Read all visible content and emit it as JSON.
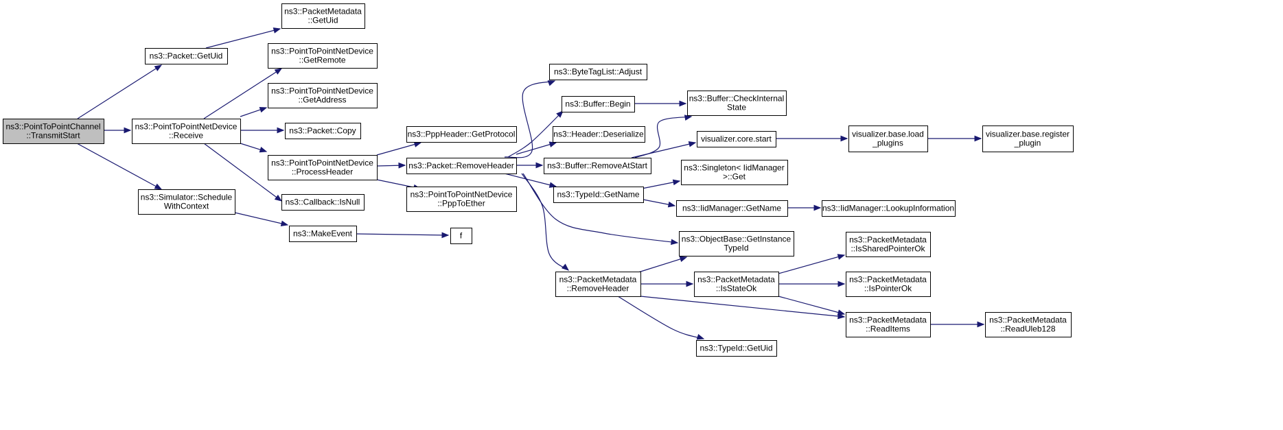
{
  "diagram": {
    "type": "call-graph",
    "colors": {
      "edge": "#191970",
      "root_fill": "#bfbfbf",
      "node_fill": "#ffffff",
      "node_border": "#000000"
    },
    "nodes": [
      {
        "id": "n0",
        "lines": [
          "ns3::PointToPointChannel",
          "::TransmitStart"
        ],
        "root": true
      },
      {
        "id": "n1",
        "lines": [
          "ns3::Packet::GetUid"
        ]
      },
      {
        "id": "n2",
        "lines": [
          "ns3::PacketMetadata",
          "::GetUid"
        ]
      },
      {
        "id": "n3",
        "lines": [
          "ns3::PointToPointNetDevice",
          "::Receive"
        ]
      },
      {
        "id": "n4",
        "lines": [
          "ns3::PointToPointNetDevice",
          "::GetRemote"
        ]
      },
      {
        "id": "n5",
        "lines": [
          "ns3::PointToPointNetDevice",
          "::GetAddress"
        ]
      },
      {
        "id": "n6",
        "lines": [
          "ns3::Packet::Copy"
        ]
      },
      {
        "id": "n7",
        "lines": [
          "ns3::PointToPointNetDevice",
          "::ProcessHeader"
        ]
      },
      {
        "id": "n8",
        "lines": [
          "ns3::Callback::IsNull"
        ]
      },
      {
        "id": "n9",
        "lines": [
          "ns3::Simulator::Schedule",
          "WithContext"
        ]
      },
      {
        "id": "n10",
        "lines": [
          "ns3::MakeEvent"
        ]
      },
      {
        "id": "n11",
        "lines": [
          "f"
        ]
      },
      {
        "id": "n12",
        "lines": [
          "ns3::PppHeader::GetProtocol"
        ]
      },
      {
        "id": "n13",
        "lines": [
          "ns3::Packet::RemoveHeader"
        ]
      },
      {
        "id": "n14",
        "lines": [
          "ns3::PointToPointNetDevice",
          "::PppToEther"
        ]
      },
      {
        "id": "n15",
        "lines": [
          "ns3::ByteTagList::Adjust"
        ]
      },
      {
        "id": "n16",
        "lines": [
          "ns3::Buffer::Begin"
        ]
      },
      {
        "id": "n17",
        "lines": [
          "ns3::Header::Deserialize"
        ]
      },
      {
        "id": "n18",
        "lines": [
          "ns3::Buffer::RemoveAtStart"
        ]
      },
      {
        "id": "n19",
        "lines": [
          "ns3::TypeId::GetName"
        ]
      },
      {
        "id": "n20",
        "lines": [
          "ns3::PacketMetadata",
          "::RemoveHeader"
        ]
      },
      {
        "id": "n21",
        "lines": [
          "ns3::Buffer::CheckInternal",
          "State"
        ]
      },
      {
        "id": "n22",
        "lines": [
          "visualizer.core.start"
        ]
      },
      {
        "id": "n23",
        "lines": [
          "ns3::Singleton< IidManager",
          ">::Get"
        ]
      },
      {
        "id": "n24",
        "lines": [
          "ns3::IidManager::GetName"
        ]
      },
      {
        "id": "n25",
        "lines": [
          "ns3::ObjectBase::GetInstance",
          "TypeId"
        ]
      },
      {
        "id": "n26",
        "lines": [
          "ns3::PacketMetadata",
          "::IsStateOk"
        ]
      },
      {
        "id": "n27",
        "lines": [
          "ns3::TypeId::GetUid"
        ]
      },
      {
        "id": "n28",
        "lines": [
          "visualizer.base.load",
          "_plugins"
        ]
      },
      {
        "id": "n29",
        "lines": [
          "visualizer.base.register",
          "_plugin"
        ]
      },
      {
        "id": "n30",
        "lines": [
          "ns3::IidManager::LookupInformation"
        ]
      },
      {
        "id": "n31",
        "lines": [
          "ns3::PacketMetadata",
          "::IsSharedPointerOk"
        ]
      },
      {
        "id": "n32",
        "lines": [
          "ns3::PacketMetadata",
          "::IsPointerOk"
        ]
      },
      {
        "id": "n33",
        "lines": [
          "ns3::PacketMetadata",
          "::ReadItems"
        ]
      },
      {
        "id": "n34",
        "lines": [
          "ns3::PacketMetadata",
          "::ReadUleb128"
        ]
      }
    ],
    "edges": [
      [
        "n0",
        "n1"
      ],
      [
        "n0",
        "n3"
      ],
      [
        "n0",
        "n9"
      ],
      [
        "n1",
        "n2"
      ],
      [
        "n3",
        "n4"
      ],
      [
        "n3",
        "n5"
      ],
      [
        "n3",
        "n6"
      ],
      [
        "n3",
        "n7"
      ],
      [
        "n3",
        "n8"
      ],
      [
        "n9",
        "n10"
      ],
      [
        "n10",
        "n11"
      ],
      [
        "n7",
        "n12"
      ],
      [
        "n7",
        "n13"
      ],
      [
        "n7",
        "n14"
      ],
      [
        "n13",
        "n15"
      ],
      [
        "n13",
        "n16"
      ],
      [
        "n13",
        "n17"
      ],
      [
        "n13",
        "n18"
      ],
      [
        "n13",
        "n19"
      ],
      [
        "n13",
        "n20"
      ],
      [
        "n13",
        "n25"
      ],
      [
        "n16",
        "n21"
      ],
      [
        "n18",
        "n21"
      ],
      [
        "n18",
        "n22"
      ],
      [
        "n22",
        "n28"
      ],
      [
        "n28",
        "n29"
      ],
      [
        "n19",
        "n23"
      ],
      [
        "n19",
        "n24"
      ],
      [
        "n24",
        "n30"
      ],
      [
        "n20",
        "n25"
      ],
      [
        "n20",
        "n26"
      ],
      [
        "n20",
        "n27"
      ],
      [
        "n20",
        "n33"
      ],
      [
        "n26",
        "n31"
      ],
      [
        "n26",
        "n32"
      ],
      [
        "n26",
        "n33"
      ],
      [
        "n33",
        "n34"
      ]
    ]
  }
}
